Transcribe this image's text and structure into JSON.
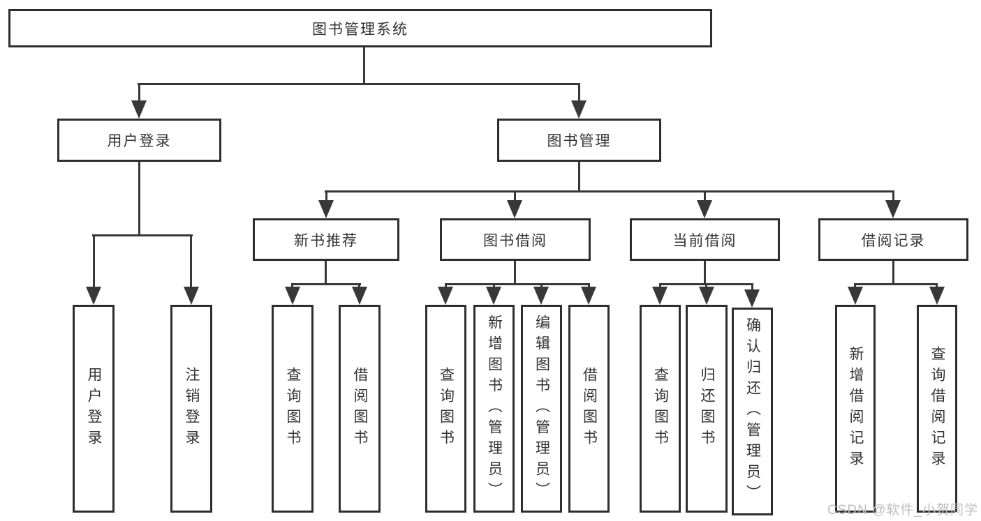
{
  "diagram": {
    "type": "hierarchy-tree",
    "colors": {
      "background": "#ffffff",
      "line": "#383838",
      "box_border": "#2e2e2e",
      "text": "#333333",
      "watermark": "#bdbdc2"
    }
  },
  "tree": {
    "label": "图书管理系统",
    "children": [
      {
        "label": "用户登录",
        "children": [
          {
            "label": "用户登录"
          },
          {
            "label": "注销登录"
          }
        ]
      },
      {
        "label": "图书管理",
        "children": [
          {
            "label": "新书推荐",
            "children": [
              {
                "label": "查询图书"
              },
              {
                "label": "借阅图书"
              }
            ]
          },
          {
            "label": "图书借阅",
            "children": [
              {
                "label": "查询图书"
              },
              {
                "label": "新增图书（管理员）"
              },
              {
                "label": "编辑图书（管理员）"
              },
              {
                "label": "借阅图书"
              }
            ]
          },
          {
            "label": "当前借阅",
            "children": [
              {
                "label": "查询图书"
              },
              {
                "label": "归还图书"
              },
              {
                "label": "确认归还（管理员）"
              }
            ]
          },
          {
            "label": "借阅记录",
            "children": [
              {
                "label": "新增借阅记录"
              },
              {
                "label": "查询借阅记录"
              }
            ]
          }
        ]
      }
    ]
  },
  "watermark": {
    "text": "CSDN @软件_小贺同学"
  }
}
